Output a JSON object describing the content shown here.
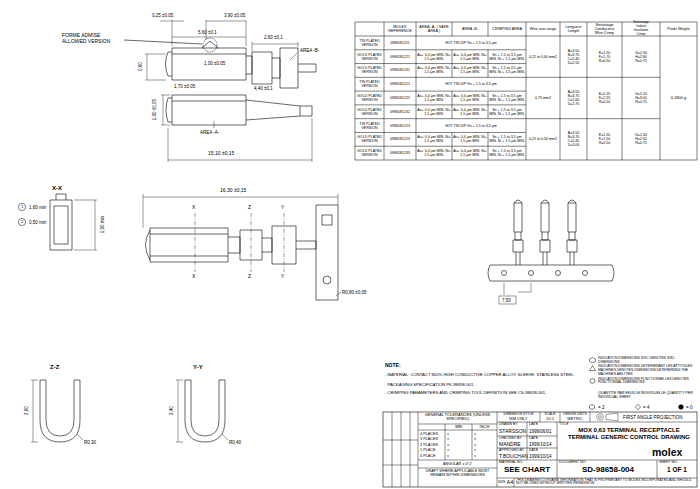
{
  "diagram": {
    "labels": [
      "FORME ADMISE ALLOWED VERSION",
      "0,25 ±0,05",
      "5,60 ±0,1",
      "1,70 ±0,05",
      "3,90 ±0,05",
      "2,60 ±0,1",
      "4,40 ±0,1",
      "1,00 ±0,05",
      "AREA -A-",
      "AREA -B-",
      "1,90 ±0,05",
      "0,60",
      "15,10 ±0,15",
      "X-X",
      "1",
      "1,60 min",
      "2",
      "0,50 min",
      "1,90 min",
      "16,30 ±0,15",
      "X",
      "X",
      "Y",
      "Y",
      "Z",
      "Z",
      "R0,80 ±0,05",
      "7,50",
      "Z-Z",
      "2,60",
      "R0,30",
      "Y-Y",
      "2,40",
      "R0,40",
      "NOTE:",
      "- MATERIAL: CONTACT 800% HIGH CONDUCTIVE COPPER ALLOY, SLEEVE: STAINLESS STEEL.",
      "- PACKAGING SPECIFICATION PK-98658-001.",
      "- CRIMPING PARAMETERS AND CRIMPING TOOL DEFINITION SEE CS-98658-001.",
      "QUANTITE PAR FEUILLE INDIVIDUELLE QUANTITY PER INDIVIDUAL SHEET",
      "= 2",
      "= 4",
      "= 0",
      "MOLEX REFERENCE",
      "AREA -A- ( SAFE AREA )",
      "AREA -B-",
      "CRIMPING AREA",
      "Wire size range",
      "Longueur Length",
      "Sertissage Conducteur Wire Crimp",
      "Sertissage Isolant Insulation Crimp",
      "Poids Weight",
      "TIN PLATED VERSION",
      "0986581211",
      "HOT TIN DIP Sn + 1,5 to 3,5 µm",
      "GOLD PLATED VERSION",
      "0986581221",
      "Au+ 0,4 µm MIN. Ni+ 1,5 µm MIN.",
      "Au+ 0,4 µm MIN. Ni+ 1,5 µm MIN.",
      "Sn + 1,5 to 3,5 µm MIN. Ni + 1,5 µm MIN.",
      "GOLD PLATED VERSION",
      "0986581231",
      "Au+ 0,4 µm MIN. Ni+ 1,5 µm MIN.",
      "Au+ 0,4 µm MIN. Ni+ 1,5 µm MIN.",
      "Sn + 1,5 to 3,5 µm MIN. Ni + 1,5 µm MIN.",
      "0,22 to 0,60 mm2",
      "A=3,50 B=3,70 C=5,40 D=2,50",
      "E=1,50 F=1,70 R=0,50",
      "G=2,50 H=2,80 R=0,75",
      "TIN PLATED VERSION",
      "0986581212",
      "HOT TIN DIP Sn + 1,5 to 3,5 µm",
      "GOLD PLATED VERSION",
      "0986581222",
      "Au+ 0,4 µm MIN. Ni+ 1,5 µm MIN.",
      "Au+ 0,4 µm MIN. Ni+ 1,5 µm MIN.",
      "Sn + 1,5 to 3,5 µm MIN. Ni + 1,5 µm MIN.",
      "GOLD PLATED VERSION",
      "0986581232",
      "Au+ 0,4 µm MIN. Ni+ 1,5 µm MIN.",
      "Au+ 0,4 µm MIN. Ni+ 1,5 µm MIN.",
      "Sn + 1,5 to 3,5 µm MIN. Ni + 1,5 µm MIN.",
      "0,75 mm2",
      "A=3,50 B=3,70 C=5,60 D=2,70",
      "E=2,25 F=2,25 R=0,50",
      "G=2,20 H=3,00 R=0,75",
      "TIN PLATED VERSION",
      "0986581213",
      "HOT TIN DIP Sn + 1,5 to 3,5 µm",
      "GOLD PLATED VERSION",
      "0986581223",
      "Au+ 0,4 µm MIN. Ni+ 1,5 µm MIN.",
      "Au+ 0,4 µm MIN. Ni+ 1,5 µm MIN.",
      "Sn + 1,5 to 3,5 µm MIN. Ni + 1,5 µm MIN.",
      "GOLD PLATED VERSION",
      "0986581233",
      "Au+ 0,4 µm MIN. Ni+ 1,5 µm MIN.",
      "Au+ 0,4 µm MIN. Ni+ 1,5 µm MIN.",
      "Sn + 1,5 to 3,5 µm MIN. Ni + 1,5 µm MIN.",
      "0,22 to 0,50 mm2",
      "A=3,50 B=3,70 C=5,40 D=3,00",
      "E=1,50 F=1,50 R=0,50",
      "G=2,30 H=2,50 R=0,75",
      "0,1800 g",
      "GENERAL TOLERANCES (UNLESS SPECIFIED)",
      "MM",
      "INCH",
      "4 PLACES",
      "±",
      "±",
      "3 PLACES",
      "±",
      "±",
      "2 PLACES",
      "±",
      "±",
      "1 PLACE",
      "±",
      "±",
      "0 PLACE",
      "±",
      "±",
      "ANGULAR ± 0°2'",
      "DRAFT WHERE APPLICABLE MUST REMAIN WITHIN DIMENSIONS",
      "DIMENSION STYLE",
      "MM ONLY",
      "SCALE",
      "10:1",
      "DESIGN UNITS",
      "METRIC",
      "FIRST ANGLE PROJECTION",
      "DRAWN BY",
      "DATE",
      "STARSSON",
      "1998/06/01",
      "CHECKED BY",
      "DATE",
      "MANDRE",
      "1999/10/14",
      "APPROVED BY",
      "DATE",
      "T.BOUCHAN",
      "1999/10/14",
      "TITLE",
      "MOX 0,63 TERMINAL RECEPTACLE TERMINAL GENERIC CONTROL DRAWING",
      "molex",
      "MATERIAL NO.",
      "SEE CHART",
      "DOCUMENT NO.",
      "SD-98658-004",
      "SHEET NO.",
      "1 OF 1",
      "SIZE",
      "A4",
      "THIS DRAWING CONTAINS INFORMATION THAT IS PROPRIETARY TO MOLEX INCORPORATED AND SHOULD NOT BE USED WITHOUT WRITTEN PERMISSION"
    ],
    "legend": [
      {
        "text": "INDICATION DIMENSIONS S/SC DENOTES S/SC DIMENSIONS"
      },
      {
        "text": "INDICATION DIMENSIONS DETERMINANT LES APTITUDES MACHINES DENOTES DIMENSIONS DETERMINING THE MACHINES ABILITIES"
      },
      {
        "text": "INDICATION DIMENSIONS FONCTIONNELLES DENOTES FUNCTIONNAL DIMENSIONS"
      }
    ]
  }
}
